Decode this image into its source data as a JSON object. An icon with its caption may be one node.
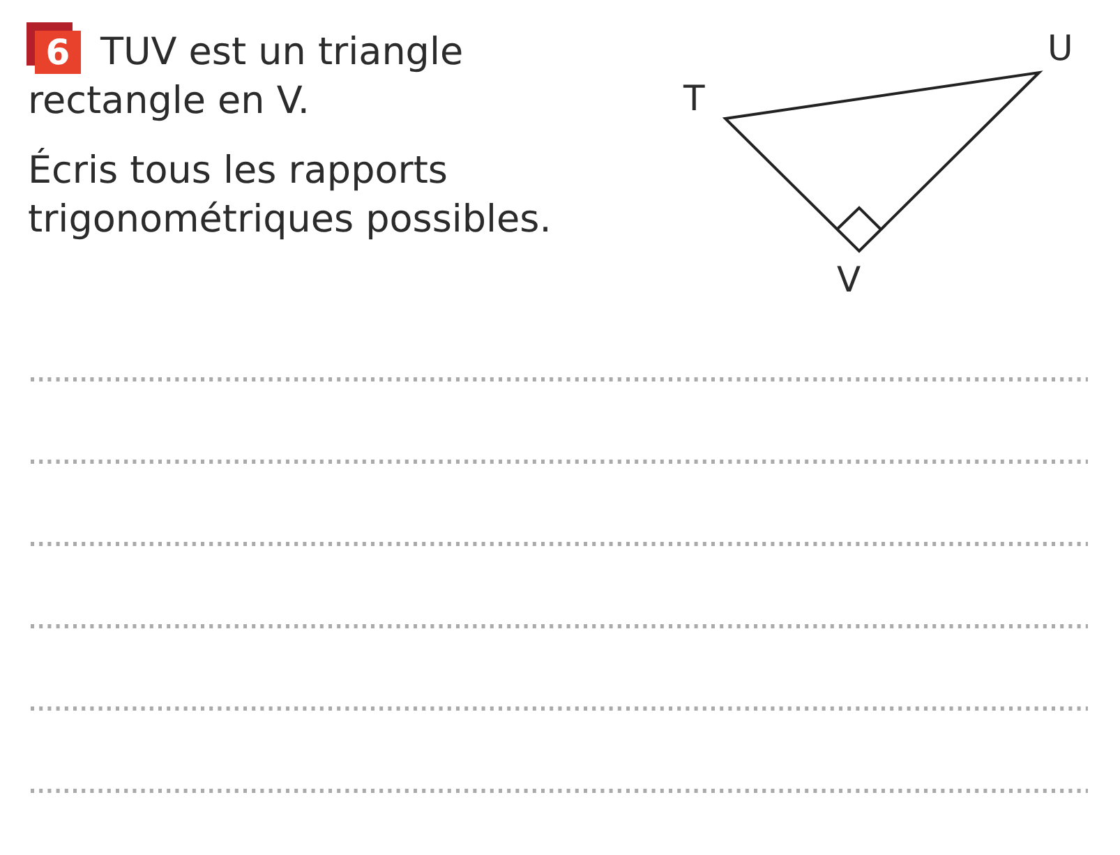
{
  "diagram": {
    "nodes": [
      {
        "text": [
          "6"
        ]
      }
    ],
    "labels": [
      "TUV est un triangle rectangle en V.",
      "Écris tous les rapports trigonométriques possibles.",
      "T",
      "U",
      "V"
    ]
  }
}
